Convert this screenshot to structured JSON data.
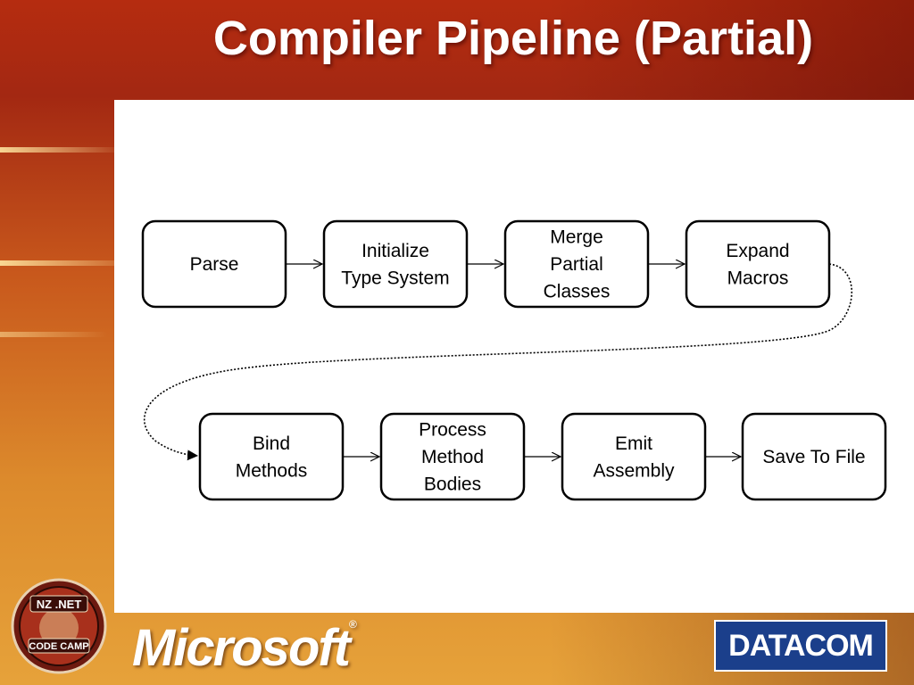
{
  "slide": {
    "title": "Compiler Pipeline (Partial)"
  },
  "diagram": {
    "row1": [
      {
        "id": "parse",
        "lines": [
          "Parse"
        ]
      },
      {
        "id": "init",
        "lines": [
          "Initialize",
          "Type System"
        ]
      },
      {
        "id": "merge",
        "lines": [
          "Merge",
          "Partial",
          "Classes"
        ]
      },
      {
        "id": "expand",
        "lines": [
          "Expand",
          "Macros"
        ]
      }
    ],
    "row2": [
      {
        "id": "bind",
        "lines": [
          "Bind",
          "Methods"
        ]
      },
      {
        "id": "process",
        "lines": [
          "Process",
          "Method",
          "Bodies"
        ]
      },
      {
        "id": "emit",
        "lines": [
          "Emit",
          "Assembly"
        ]
      },
      {
        "id": "save",
        "lines": [
          "Save To File"
        ]
      }
    ]
  },
  "footer": {
    "microsoft_logo": "Microsoft",
    "datacom_logo": "DATACOM",
    "badge": {
      "top": "NZ .NET",
      "bottom": "CODE CAMP"
    }
  }
}
